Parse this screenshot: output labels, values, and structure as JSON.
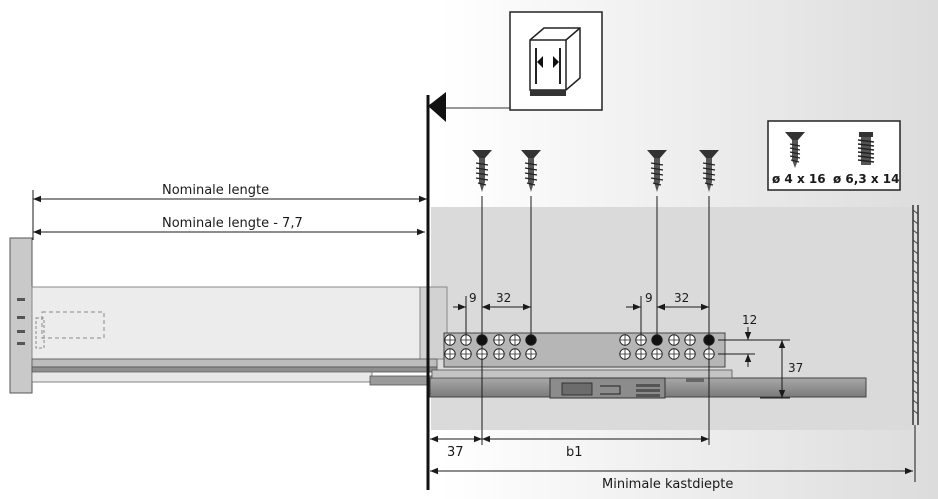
{
  "labels": {
    "nominal_length": "Nominale lengte",
    "nominal_length_minus": "Nominale lengte - 7,7",
    "min_cabinet_depth": "Minimale kastdiepte",
    "offset_37": "37",
    "b1": "b1",
    "spacing_9_left": "9",
    "spacing_32_left": "32",
    "spacing_9_right": "9",
    "spacing_32_right": "32",
    "vertical_12": "12",
    "vertical_37": "37"
  },
  "screws": {
    "small": "ø 4 x 16",
    "large": "ø 6,3 x 14"
  },
  "colors": {
    "ink": "#1a1a1a",
    "background_gradient_start": "#ffffff",
    "background_gradient_end": "#e2e2e2",
    "cabinet_side": "#d9d9d9",
    "runner": "#9a9a9a",
    "drawer": "#e6e6e6",
    "hole_filled": "#111111"
  },
  "icons": [
    "cabinet-icon",
    "direction-triangle-icon",
    "screw-small-icon",
    "screw-large-icon"
  ]
}
